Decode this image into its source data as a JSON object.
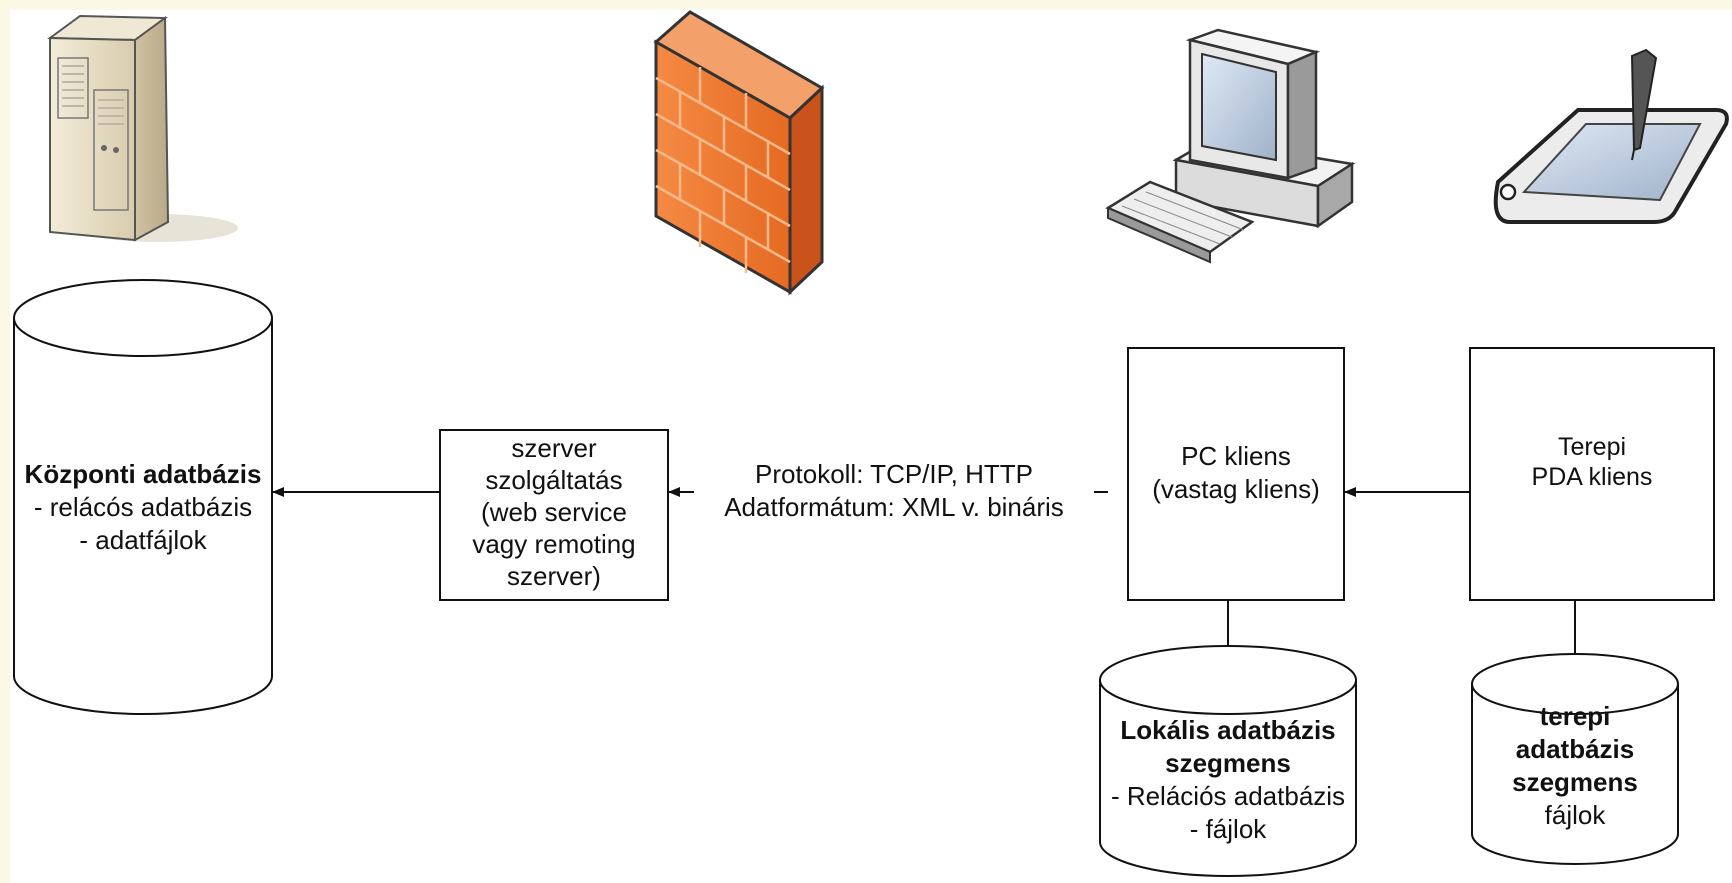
{
  "central_db": {
    "title": "Központi adatbázis",
    "line1": "- relácós adatbázis",
    "line2": "- adatfájlok"
  },
  "server_service": {
    "line1": "szerver",
    "line2": "szolgáltatás",
    "line3": "(web service",
    "line4": "vagy remoting",
    "line5": "szerver)"
  },
  "protocol": {
    "line1": "Protokoll: TCP/IP, HTTP",
    "line2": "Adatformátum: XML v. bináris"
  },
  "pc_client": {
    "line1": "PC kliens",
    "line2": "(vastag kliens)"
  },
  "pda_client": {
    "line1": "Terepi",
    "line2": "PDA kliens"
  },
  "local_db": {
    "title1": "Lokális adatbázis",
    "title2": "szegmens",
    "line1": "- Relációs adatbázis",
    "line2": "- fájlok"
  },
  "field_db": {
    "title1": "terepi",
    "title2": "adatbázis",
    "title3": "szegmens",
    "line1": "fájlok"
  },
  "colors": {
    "firewall": "#f07a34",
    "server_tower": "#e6dcc4",
    "background_frame": "#fbf8e6"
  },
  "icons": [
    "server-tower-icon",
    "firewall-icon",
    "desktop-computer-icon",
    "pda-tablet-icon"
  ]
}
